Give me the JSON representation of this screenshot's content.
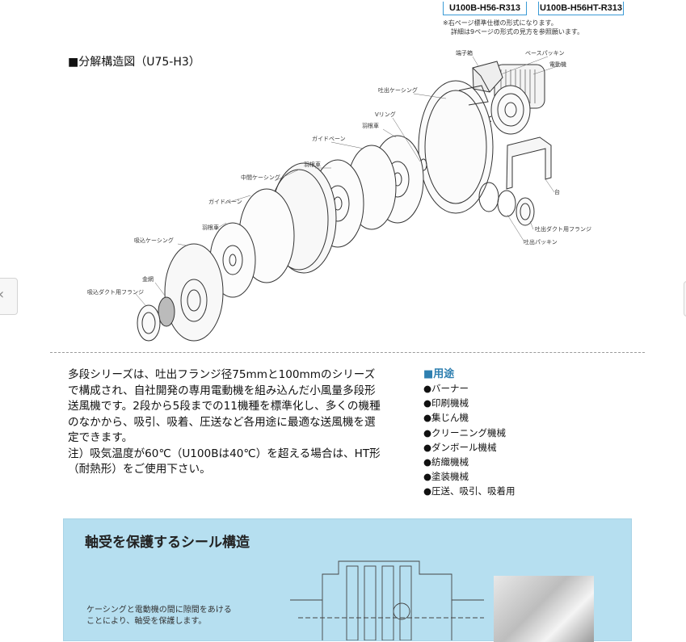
{
  "models": [
    "U100B-H56-R313",
    "U100B-H56HT-R313"
  ],
  "notes": [
    "※右ページ標準仕様の形式になります。",
    "詳細は9ページの形式の見方を参照願います。"
  ],
  "section_title": "■分解構造図（U75-H3）",
  "parts": {
    "terminal_box": "端子箱",
    "base_packing": "ベースパッキン",
    "motor": "電動機",
    "discharge_casing": "吐出ケーシング",
    "v_ring": "Vリング",
    "impeller_1": "羽根車",
    "guide_vane_1": "ガイドベーン",
    "impeller_2": "羽根車",
    "middle_casing": "中間ケーシング",
    "guide_vane_2": "ガイドベーン",
    "impeller_3": "羽根車",
    "suction_casing": "吸込ケーシング",
    "wire_mesh": "金網",
    "suction_flange": "吸込ダクト用フランジ",
    "stand": "台",
    "discharge_flange": "吐出ダクト用フランジ",
    "discharge_packing": "吐出パッキン"
  },
  "description": [
    "多段シリーズは、吐出フランジ径75mmと100mmのシリーズで構成され、自社開発の専用電動機を組み込んだ小風量多段形送風機です。2段から5段までの11機種を標準化し、多くの機種のなかから、吸引、吸着、圧送など各用途に最適な送風機を選定できます。",
    "注）吸気温度が60℃（U100Bは40℃）を超える場合は、HT形（耐熱形）をご使用下さい。"
  ],
  "uses_title": "■用途",
  "uses": [
    "●バーナー",
    "●印刷機械",
    "●集じん機",
    "●クリーニング機械",
    "●ダンボール機械",
    "●紡織機械",
    "●塗装機械",
    "●圧送、吸引、吸着用"
  ],
  "seal": {
    "title": "軸受を保護するシール構造",
    "text": [
      "ケーシングと電動機の間に隙間をあける",
      "ことにより、軸受を保護します。"
    ]
  },
  "colors": {
    "accent": "#3a9bd6",
    "panel": "#b6dff0",
    "uses_title": "#2e7fb0"
  }
}
